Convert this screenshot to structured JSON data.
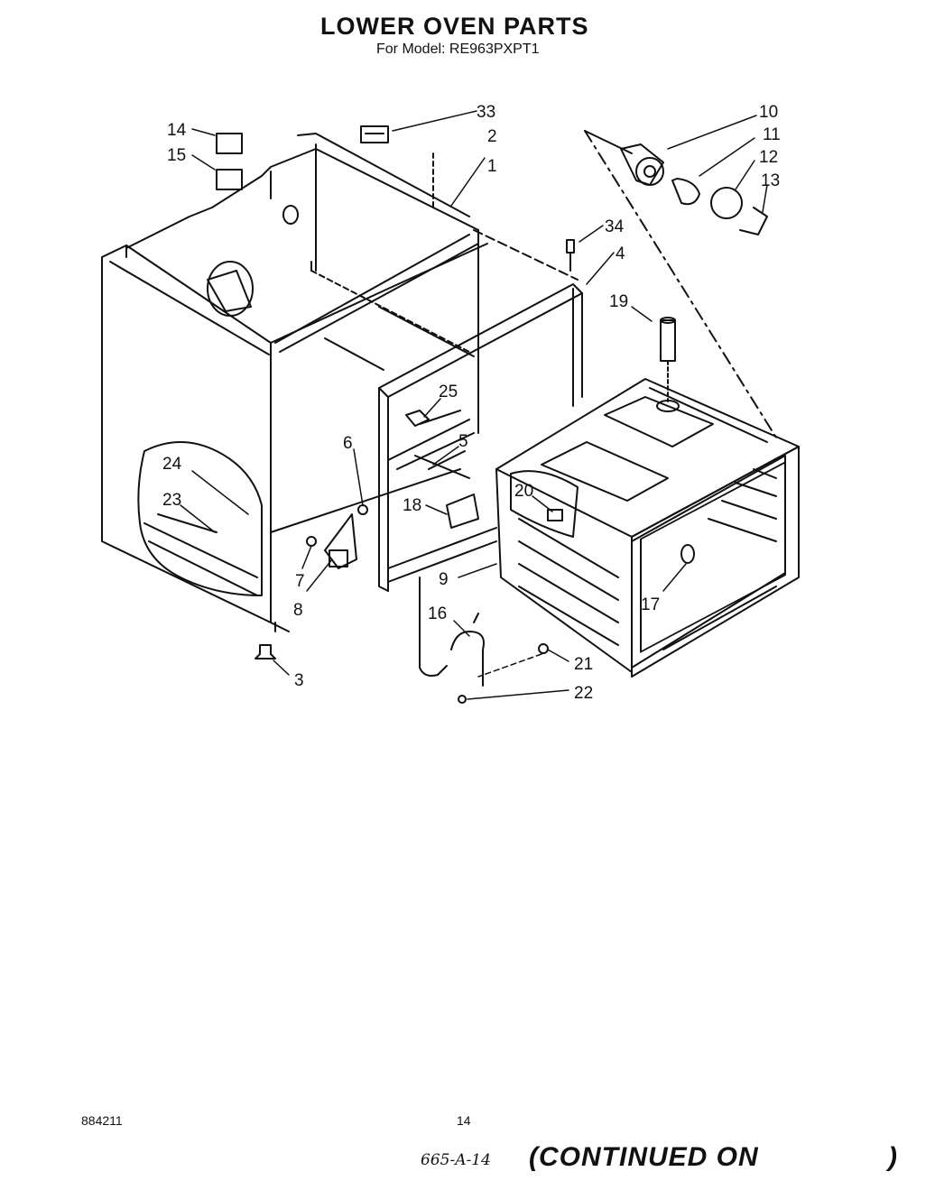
{
  "header": {
    "title": "LOWER OVEN PARTS",
    "model_line": "For Model: RE963PXPT1"
  },
  "diagram": {
    "callouts": [
      "33",
      "2",
      "1",
      "14",
      "15",
      "10",
      "11",
      "12",
      "13",
      "34",
      "4",
      "19",
      "25",
      "6",
      "5",
      "24",
      "23",
      "18",
      "20",
      "7",
      "8",
      "9",
      "17",
      "16",
      "3",
      "21",
      "22"
    ]
  },
  "footer": {
    "doc_number": "884211",
    "page_number": "14",
    "handwritten_ref": "665-A-14",
    "continued_text": "(CONTINUED ON",
    "closing_paren": ")"
  }
}
